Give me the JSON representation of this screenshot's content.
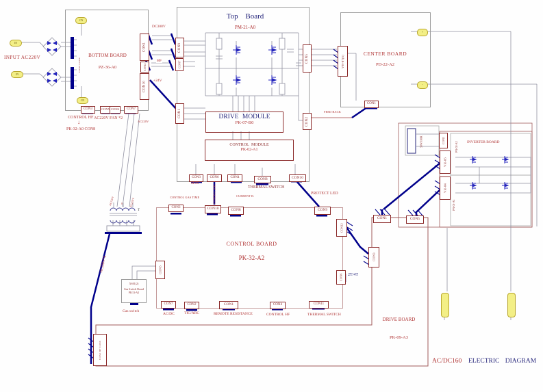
{
  "diagram": {
    "input_label": "INPUT  AC220V",
    "footer": {
      "model": "AC/DC160",
      "label": "ELECTRIC   DIAGRAM"
    }
  },
  "boards": {
    "bottom": {
      "title": "BOTTOM  BOARD",
      "part": "PZ-36-A0"
    },
    "top": {
      "title": "Top   Board",
      "part": "PM-21-A0"
    },
    "center": {
      "title": "CENTER  BOARD",
      "part": "PD-22-A2"
    },
    "control": {
      "title": "CONTROL  BOARD",
      "part": "PK-32-A2"
    },
    "drive": {
      "title": "DRIVE  BOARD",
      "part": "PK-09-A3"
    },
    "inverter": {
      "title": "INVERTER BOARD",
      "sub_top": "PN-02-A2",
      "sub_bottom": "PN-01-A1"
    },
    "gas": {
      "code": "XS01(2)",
      "name": "Gas  Switch  Board",
      "part": "PK13-A2",
      "caption": "Gas switch"
    }
  },
  "modules": {
    "drive": {
      "title": "DRIVE MODULE",
      "part": "PK-07-B0"
    },
    "control": {
      "title": "CONTROL  MODULE",
      "part": "PK-02-A1"
    }
  },
  "connectors": {
    "bb_pair": "CON8 CON9",
    "bb_con1": "CON1",
    "bb_con2": "CON2",
    "bb_con10": "CON10",
    "bb_con3": "CON3",
    "bb_con5": "CON5",
    "bb_con6": "CON6",
    "bb_con7": "CON7",
    "tb_con9": "CON9",
    "tb_con7": "CON7",
    "tb_con1": "CON1",
    "tb_con5": "CON5",
    "tb_con2": "CON2",
    "tb_con3": "CON3",
    "tb_con6": "CON6",
    "tb_con4": "CON4",
    "tb_con8": "CON8",
    "tb_con10": "CON10",
    "cb_vh07": "VH-07(6)",
    "cb_con1": "CON1",
    "ctl_con3": "CON3",
    "ctl_con10": "CON10",
    "ctl_con8": "CON8",
    "ctl_con9": "CON9",
    "ctl_con5": "CON5",
    "ctl_con12": "CON12",
    "ctl_con6": "CON6",
    "ctl_con7": "CON7",
    "ctl_con2": "CON2",
    "ctl_con1": "CON1",
    "ctl_con4": "CON4",
    "ctl_con11": "CON11",
    "drv_con1": "CON1",
    "drv_con5": "CON5",
    "drv_con3": "CON3",
    "drv_hf": "CON2 HF CON6",
    "inv_con1": "CON1",
    "inv_vh05": "VH-05",
    "inv_vh04": "VH-04",
    "resistor": "50W/160R"
  },
  "labels": {
    "dc308v": "DC308V",
    "hf": "HF",
    "p24v": "+24V",
    "control_hf": "CONTROL HF",
    "arrow": "↓",
    "pk32_con": "PK-32-A0  CON8",
    "fan": "AC220V  FAN *2",
    "ac220v": "AC220V",
    "ac220v_x4": "AC220V*4",
    "t": "T",
    "w1": "AC220V",
    "w0": "0",
    "w2": "AC220V",
    "mtr": "MTR.",
    "control_line": "CONTROL  LINE",
    "current_b": "CURRENT  B.",
    "thermal_switch_top": "THERMAL  SWITCH",
    "protect_led": "PROTECT  LED",
    "control_gas_time": "CONTROL GAS TIME",
    "feed_back": "FEED BACK",
    "t2t4": "2T/4T",
    "ac_dc": "AC/DC",
    "tig_arc": "TIG/ARC",
    "remote_resistance": "REMOTE  RESISTANCE",
    "control_hf2": "CONTROL  HF",
    "thermal_switch_bottom": "THERMAL  SWITCH",
    "plus": "+",
    "minus": "-",
    "in1": "IN",
    "in2": "IN",
    "cn1": "CN",
    "cn2": "CN"
  },
  "colors": {
    "wire_thick": "#00008b",
    "wire_thin": "#8f8fa0",
    "board_outline": "#9b9b9b",
    "red_text": "#b03434",
    "maroon": "#8b2a2a",
    "terminal_yellow": "#f3ef86",
    "diode_blue": "#2424bc"
  }
}
